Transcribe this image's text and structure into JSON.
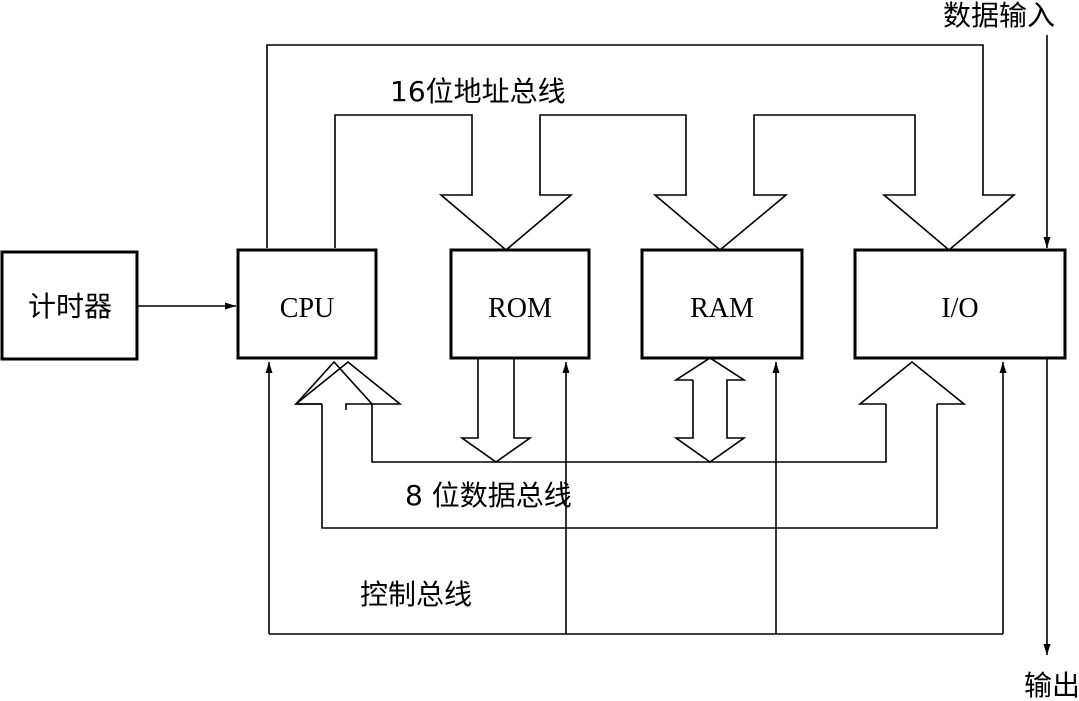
{
  "blocks": {
    "timer": "计时器",
    "cpu": "CPU",
    "rom": "ROM",
    "ram": "RAM",
    "io": "I/O"
  },
  "buses": {
    "address": "16位地址总线",
    "data": "8 位数据总线",
    "control": "控制总线"
  },
  "io_labels": {
    "data_input": "数据输入",
    "output": "输出"
  },
  "colors": {
    "stroke": "#000000",
    "background": "#ffffff"
  }
}
